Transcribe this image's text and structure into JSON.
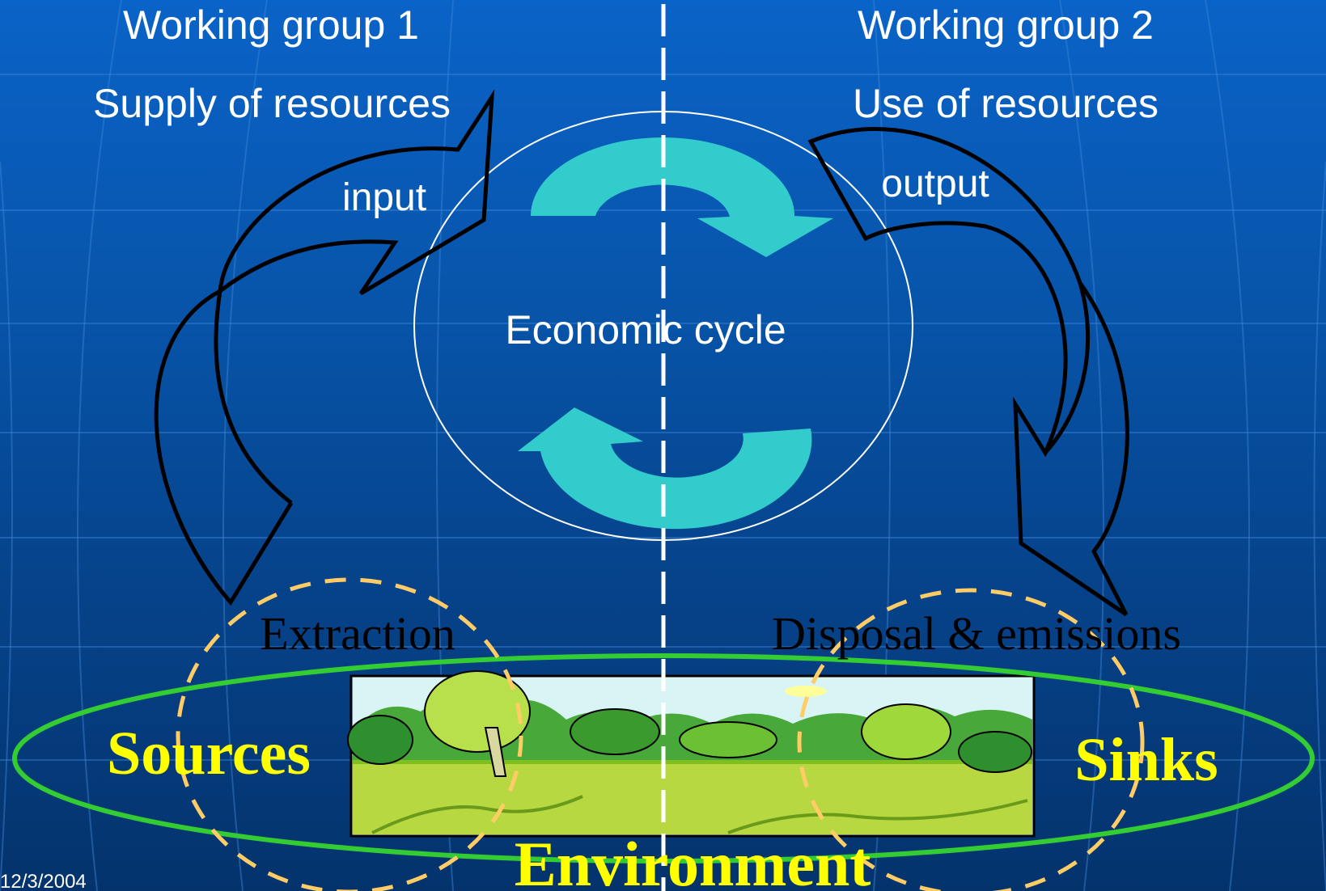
{
  "labels": {
    "wg1_title": "Working group 1",
    "wg1_subtitle": "Supply of resources",
    "wg2_title": "Working group 2",
    "wg2_subtitle": "Use of resources",
    "input": "input",
    "output": "output",
    "economic_cycle": "Economic cycle",
    "extraction": "Extraction",
    "disposal": "Disposal & emissions",
    "sources": "Sources",
    "sinks": "Sinks",
    "environment": "Environment",
    "date": "12/3/2004"
  },
  "colors": {
    "background_top": "#0a63c8",
    "background_bottom": "#04336c",
    "cycle_arrow": "#33cccc",
    "environment_ellipse": "#33cc33",
    "dashed_circle": "#ffcc66",
    "highlight_text": "#ffff00"
  },
  "icons": {
    "landscape": "forest-landscape-illustration"
  }
}
